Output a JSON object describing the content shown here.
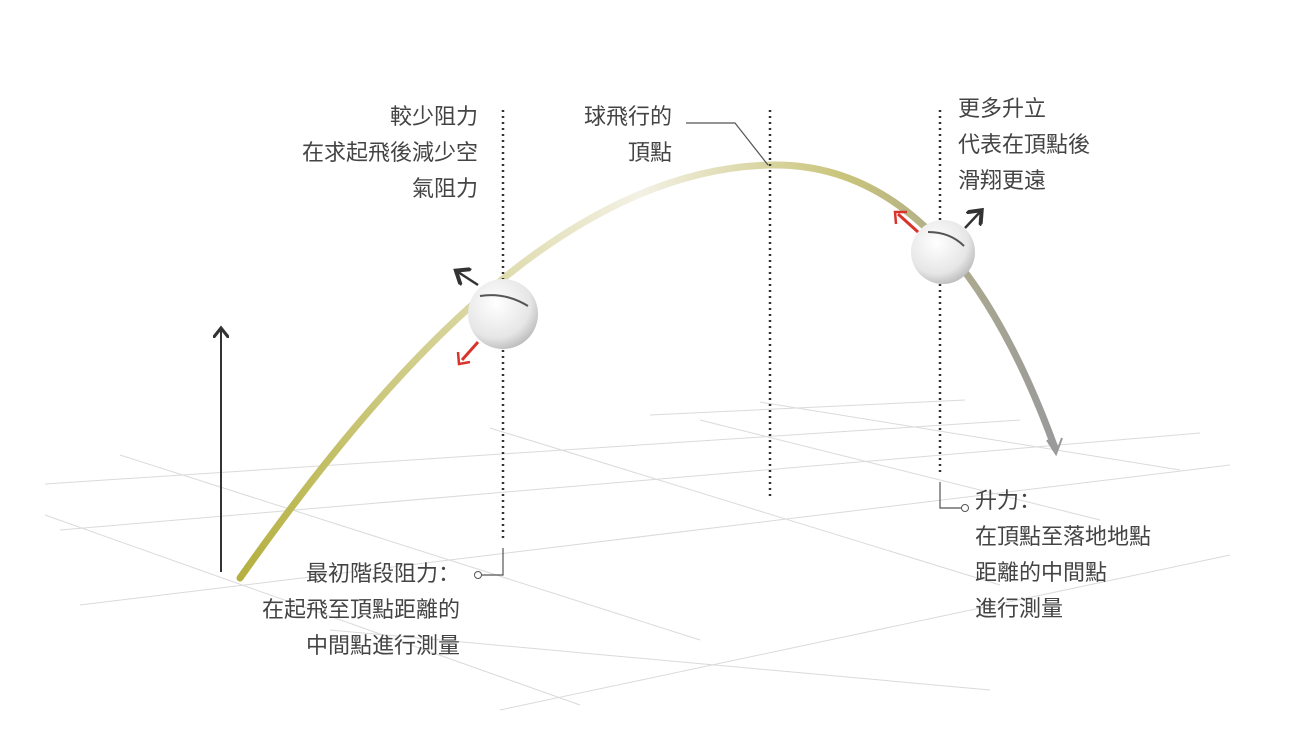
{
  "labels": {
    "less_drag": [
      "較少阻力",
      "在求起飛後減少空",
      "氣阻力"
    ],
    "apex": [
      "球飛行的",
      "頂點"
    ],
    "more_lift": [
      "更多升立",
      "代表在頂點後",
      "滑翔更遠"
    ],
    "initial_drag": [
      "最初階段阻力：",
      "在起飛至頂點距離的",
      "中間點進行測量"
    ],
    "lift": [
      "升力：",
      "在頂點至落地地點",
      "距離的中間點",
      "進行測量"
    ]
  },
  "colors": {
    "trajectory": "#b5b040",
    "drag_arrow": "#d9342b",
    "lift_arrow": "#333333",
    "grid": "#d8d8d8"
  }
}
